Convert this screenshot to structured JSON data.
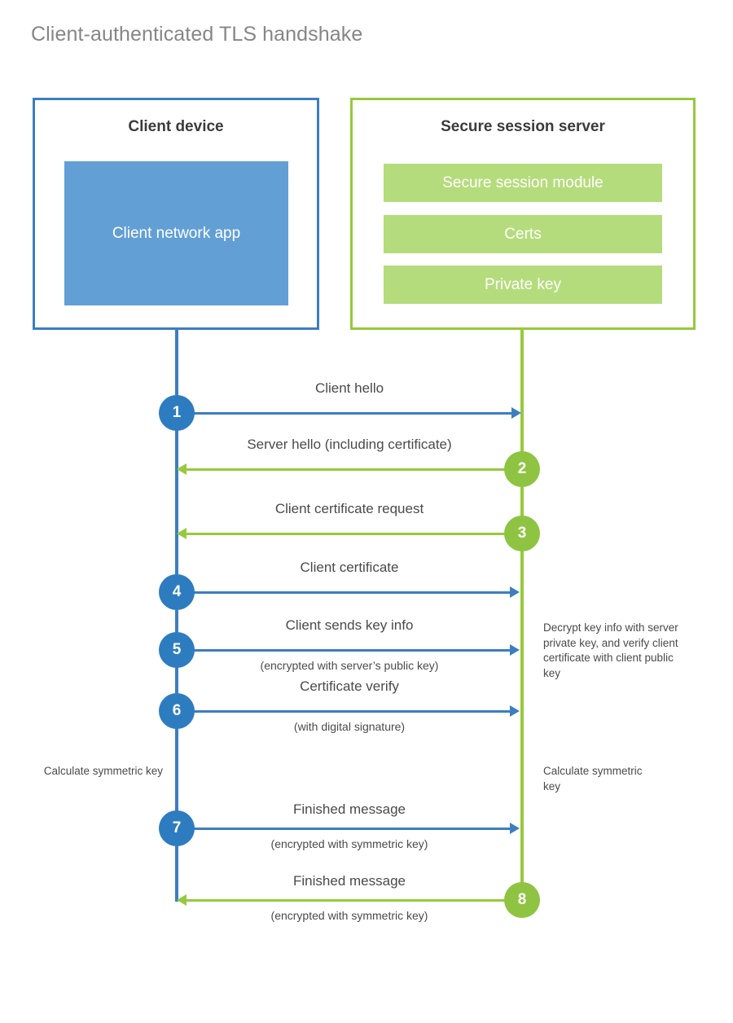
{
  "diagram": {
    "title": "Client-authenticated TLS handshake",
    "type": "sequence",
    "colors": {
      "client_border": "#3c7ebf",
      "client_fill": "#629fd5",
      "client_badge": "#2e7cc0",
      "server_border": "#97c93d",
      "server_fill": "#b5dc7c",
      "server_badge": "#8ec442",
      "title_text": "#868686",
      "body_text": "#4a4a4a"
    }
  },
  "actors": {
    "client": {
      "title": "Client device",
      "components": [
        {
          "label": "Client network app"
        }
      ]
    },
    "server": {
      "title": "Secure session server",
      "components": [
        {
          "label": "Secure session module"
        },
        {
          "label": "Certs"
        },
        {
          "label": "Private key"
        }
      ]
    }
  },
  "messages": [
    {
      "step": "1",
      "label": "Client hello",
      "sublabel": "",
      "from": "client",
      "to": "server",
      "direction": "right",
      "color": "blue"
    },
    {
      "step": "2",
      "label": "Server hello (including certificate)",
      "sublabel": "",
      "from": "server",
      "to": "client",
      "direction": "left",
      "color": "green"
    },
    {
      "step": "3",
      "label": "Client certificate request",
      "sublabel": "",
      "from": "server",
      "to": "client",
      "direction": "left",
      "color": "green"
    },
    {
      "step": "4",
      "label": "Client certificate",
      "sublabel": "",
      "from": "client",
      "to": "server",
      "direction": "right",
      "color": "blue"
    },
    {
      "step": "5",
      "label": "Client sends key info",
      "sublabel": "(encrypted with server’s public key)",
      "from": "client",
      "to": "server",
      "direction": "right",
      "color": "blue"
    },
    {
      "step": "6",
      "label": "Certificate verify",
      "sublabel": "(with digital signature)",
      "from": "client",
      "to": "server",
      "direction": "right",
      "color": "blue"
    },
    {
      "step": "7",
      "label": "Finished message",
      "sublabel": "(encrypted with symmetric key)",
      "from": "client",
      "to": "server",
      "direction": "right",
      "color": "blue"
    },
    {
      "step": "8",
      "label": "Finished message",
      "sublabel": "(encrypted with symmetric key)",
      "from": "server",
      "to": "client",
      "direction": "left",
      "color": "green"
    }
  ],
  "notes": {
    "server_decrypt": "Decrypt key info with server private key, and verify client certificate with client public key",
    "client_calc": "Calculate symmetric key",
    "server_calc": "Calculate symmetric key"
  }
}
